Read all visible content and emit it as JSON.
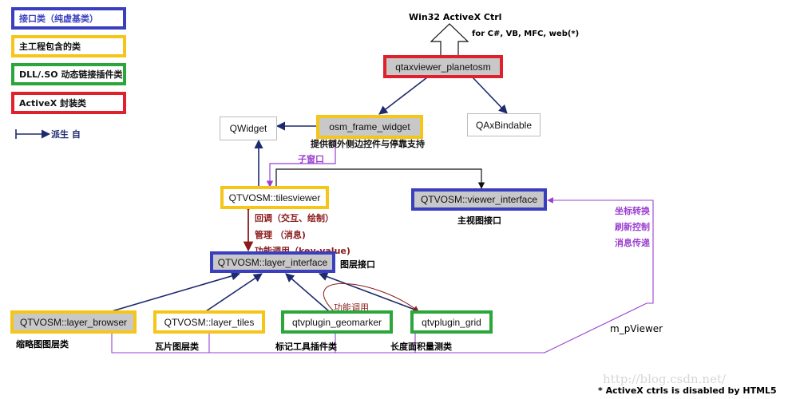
{
  "legend": {
    "interface": "接口类（纯虚基类）",
    "main": "主工程包含的类",
    "dll": "DLL/.SO 动态链接插件类",
    "activex": "ActiveX 封装类",
    "derive": "派生 自"
  },
  "colors": {
    "blue": "#3a3fbf",
    "yellow": "#f5c518",
    "green": "#2aa63a",
    "red": "#e0202a",
    "purple": "#9b3fd0",
    "maroon": "#8b1a1a",
    "gray": "#c8c8c8"
  },
  "nodes": {
    "planetosm": "qtaxviewer_planetosm",
    "qwidget": "QWidget",
    "osm_frame": "osm_frame_widget",
    "qaxbindable": "QAxBindable",
    "tilesviewer": "QTVOSM::tilesviewer",
    "viewer_interface": "QTVOSM::viewer_interface",
    "layer_interface": "QTVOSM::layer_interface",
    "layer_browser": "QTVOSM::layer_browser",
    "layer_tiles": "QTVOSM::layer_tiles",
    "geomarker": "qtvplugin_geomarker",
    "grid": "qtvplugin_grid"
  },
  "labels": {
    "win32": "Win32 ActiveX Ctrl",
    "for_langs": "for C#, VB, MFC, web(*)",
    "osm_caption": "提供额外侧边控件与停靠支持",
    "subwindow": "子窗口",
    "main_view_iface": "主视图接口",
    "callback": "回调（交互、绘制）",
    "manage": "管理  （消息)",
    "func_call": "功能调用（key-value)",
    "layer_iface_caption": "图层接口",
    "func_call2": "功能调用",
    "coord": "坐标转换",
    "refresh": "刷新控制",
    "msg": "消息传递",
    "m_pviewer": "m_pViewer",
    "browser_caption": "缩略图图层类",
    "tiles_caption": "瓦片图层类",
    "geomarker_caption": "标记工具插件类",
    "grid_caption": "长度面积量测类",
    "footnote": "* ActiveX ctrls is disabled by HTML5",
    "watermark": "http://blog.csdn.net/"
  }
}
